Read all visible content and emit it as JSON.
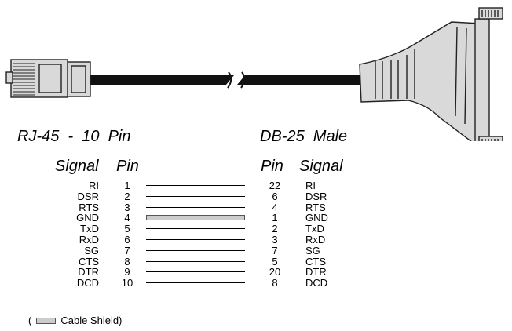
{
  "left_connector": {
    "title": "RJ-45  -  10  Pin",
    "signal_header": "Signal",
    "pin_header": "Pin"
  },
  "right_connector": {
    "title": "DB-25  Male",
    "pin_header": "Pin",
    "signal_header": "Signal"
  },
  "wiring": [
    {
      "left_signal": "RI",
      "left_pin": "1",
      "right_pin": "22",
      "right_signal": "RI",
      "wire": "conductor"
    },
    {
      "left_signal": "DSR",
      "left_pin": "2",
      "right_pin": "6",
      "right_signal": "DSR",
      "wire": "conductor"
    },
    {
      "left_signal": "RTS",
      "left_pin": "3",
      "right_pin": "4",
      "right_signal": "RTS",
      "wire": "conductor"
    },
    {
      "left_signal": "GND",
      "left_pin": "4",
      "right_pin": "1",
      "right_signal": "GND",
      "wire": "shield"
    },
    {
      "left_signal": "TxD",
      "left_pin": "5",
      "right_pin": "2",
      "right_signal": "TxD",
      "wire": "conductor"
    },
    {
      "left_signal": "RxD",
      "left_pin": "6",
      "right_pin": "3",
      "right_signal": "RxD",
      "wire": "conductor"
    },
    {
      "left_signal": "SG",
      "left_pin": "7",
      "right_pin": "7",
      "right_signal": "SG",
      "wire": "conductor"
    },
    {
      "left_signal": "CTS",
      "left_pin": "8",
      "right_pin": "5",
      "right_signal": "CTS",
      "wire": "conductor"
    },
    {
      "left_signal": "DTR",
      "left_pin": "9",
      "right_pin": "20",
      "right_signal": "DTR",
      "wire": "conductor"
    },
    {
      "left_signal": "DCD",
      "left_pin": "10",
      "right_pin": "8",
      "right_signal": "DCD",
      "wire": "conductor"
    }
  ],
  "legend": {
    "open_paren": "(",
    "label": "Cable Shield)"
  },
  "colors": {
    "cable": "#111111",
    "connector_fill": "#d9d9d9",
    "shield_wire": "#cccccc",
    "outline": "#222222"
  }
}
